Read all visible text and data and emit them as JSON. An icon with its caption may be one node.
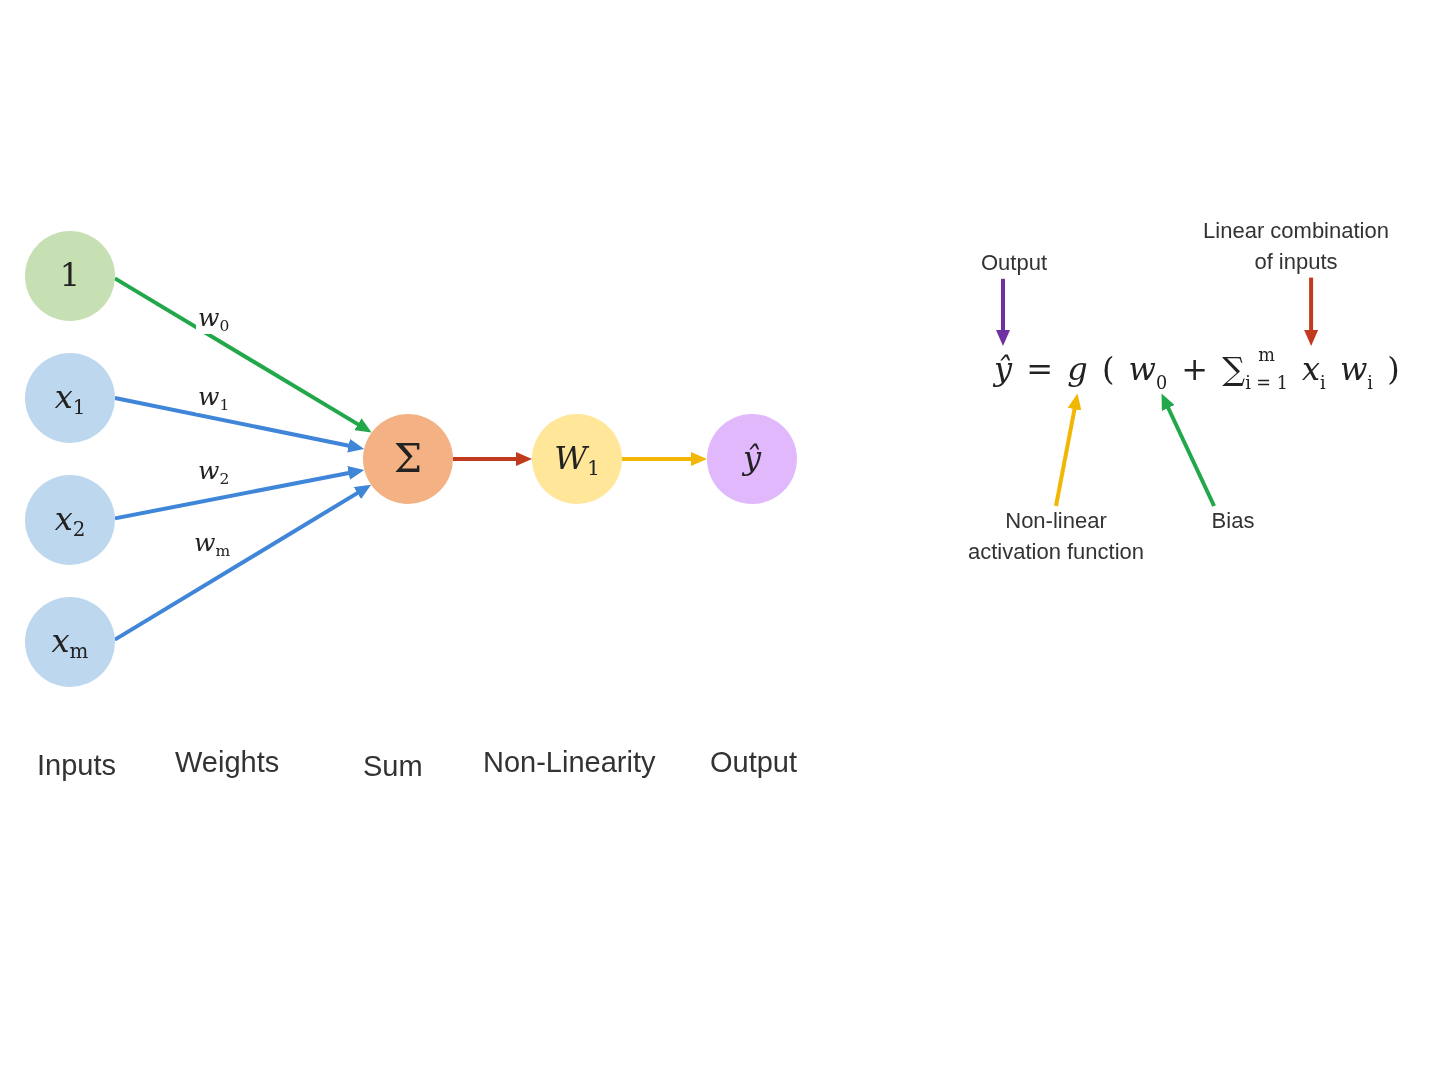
{
  "diagram": {
    "nodes": [
      {
        "text": [
          "1"
        ]
      },
      {
        "text": [
          "*x*$_{1}$"
        ]
      },
      {
        "text": [
          "*x*$_{2}$"
        ]
      },
      {
        "text": [
          "*x*$_{m}$"
        ]
      },
      {
        "text": [
          "Σ"
        ]
      },
      {
        "text": [
          "*W*$_{1}$"
        ]
      },
      {
        "text": [
          "ŷ"
        ]
      },
      {
        "text": [
          "Output"
        ]
      },
      {
        "text": [
          "Linear combination of inputs"
        ]
      },
      {
        "text": [
          "*ŷ* = *g* ( *w*$_{0}$ + ∑$_{i = 1}$$^{m}$ *x*$_{i}$ *w*$_{i}$ )"
        ]
      },
      {
        "text": [
          "Non-linear activation function"
        ]
      },
      {
        "text": [
          "Bias"
        ]
      }
    ],
    "edges": [
      {
        "from": 0,
        "to": 4,
        "arrow": "to",
        "label": "*w*$_{0}$",
        "color": "#22a84a"
      },
      {
        "from": 1,
        "to": 4,
        "arrow": "to",
        "label": "*w*$_{1}$"
      },
      {
        "from": 2,
        "to": 4,
        "arrow": "to",
        "label": "*w*$_{2}$"
      },
      {
        "from": 3,
        "to": 4,
        "arrow": "to",
        "label": "*w*$_{m}$"
      },
      {
        "from": 4,
        "to": 5,
        "arrow": "to",
        "color": "#c23a1e"
      },
      {
        "from": 5,
        "to": 6,
        "arrow": "to",
        "color": "#f2b705"
      },
      {
        "from": 7,
        "to": 9,
        "arrow": "to",
        "color": "#7030a0"
      },
      {
        "from": 8,
        "to": 9,
        "arrow": "to",
        "color": "#c23a1e"
      },
      {
        "from": 10,
        "to": 9,
        "arrow": "to",
        "color": "#f2b705"
      },
      {
        "from": 11,
        "to": 9,
        "arrow": "to",
        "color": "#22a84a"
      }
    ],
    "labels": [
      "Inputs",
      "Weights",
      "Sum",
      "Non-Linearity",
      "Output"
    ]
  }
}
